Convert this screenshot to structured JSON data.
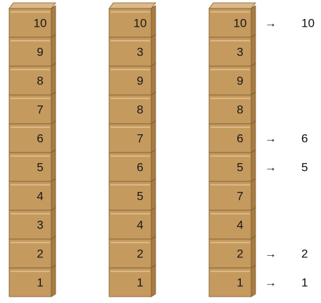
{
  "colors": {
    "box_front": "#c59a5e",
    "box_side": "#a97c43",
    "box_top": "#dcb987",
    "box_edge": "#7a5a2e",
    "label": "#1a1a1a"
  },
  "stacks": [
    {
      "name": "stack-1",
      "boxes_bottom_to_top": [
        "1",
        "2",
        "3",
        "4",
        "5",
        "6",
        "7",
        "8",
        "9",
        "10"
      ]
    },
    {
      "name": "stack-2",
      "boxes_bottom_to_top": [
        "1",
        "2",
        "4",
        "5",
        "6",
        "7",
        "8",
        "9",
        "3",
        "10"
      ]
    },
    {
      "name": "stack-3",
      "boxes_bottom_to_top": [
        "1",
        "2",
        "4",
        "7",
        "5",
        "6",
        "8",
        "9",
        "3",
        "10"
      ]
    }
  ],
  "arrows": {
    "symbol": "→",
    "pointers": [
      {
        "box_index_from_bottom": 9,
        "value": "10"
      },
      {
        "box_index_from_bottom": 5,
        "value": "6"
      },
      {
        "box_index_from_bottom": 4,
        "value": "5"
      },
      {
        "box_index_from_bottom": 1,
        "value": "2"
      },
      {
        "box_index_from_bottom": 0,
        "value": "1"
      }
    ]
  }
}
